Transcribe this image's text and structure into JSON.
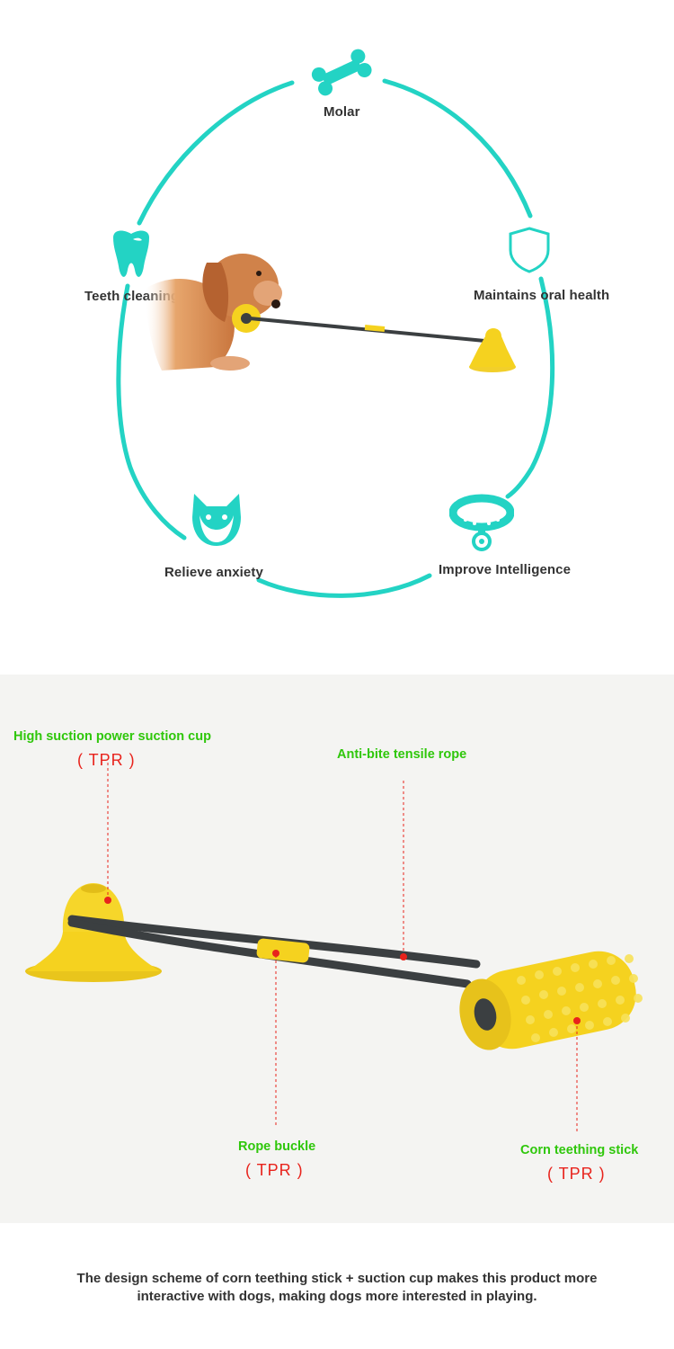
{
  "features": {
    "molar": "Molar",
    "teeth_cleaning": "Teeth cleaning",
    "oral_health": "Maintains oral health",
    "relieve_anxiety": "Relieve anxiety",
    "intelligence": "Improve Intelligence"
  },
  "icons": {
    "molar": "bone-icon",
    "teeth_cleaning": "tooth-icon",
    "oral_health": "shield-icon",
    "relieve_anxiety": "dog-face-icon",
    "intelligence": "collar-icon"
  },
  "parts": {
    "suction_cup": {
      "name": "High suction power suction cup",
      "material": "( TPR )"
    },
    "rope": {
      "name": "Anti-bite tensile rope"
    },
    "buckle": {
      "name": "Rope buckle",
      "material": "( TPR )"
    },
    "corn": {
      "name": "Corn teething stick",
      "material": "( TPR )"
    }
  },
  "caption": {
    "line1": "The design scheme of corn teething stick + suction cup makes this product more",
    "line2": "interactive with dogs, making dogs more interested in playing."
  },
  "colors": {
    "accent": "#23d3c4",
    "label_green": "#2fc70b",
    "label_red": "#e8231c",
    "toy_yellow": "#f5d21f",
    "rope": "#3b3f41"
  }
}
